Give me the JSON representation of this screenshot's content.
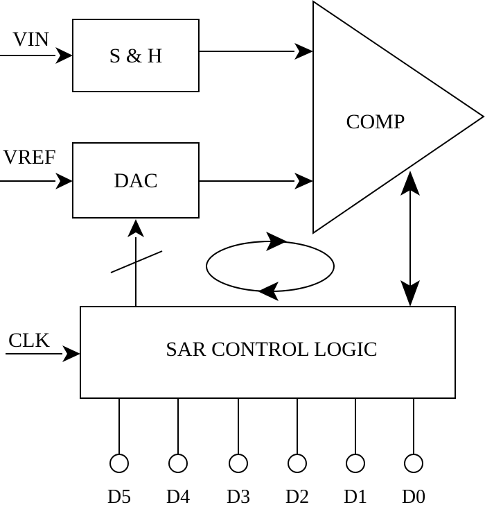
{
  "inputs": {
    "vin": "VIN",
    "vref": "VREF",
    "clk": "CLK"
  },
  "blocks": {
    "sample_hold": "S & H",
    "dac": "DAC",
    "comparator": "COMP",
    "sar_logic": "SAR CONTROL LOGIC"
  },
  "outputs": [
    "D5",
    "D4",
    "D3",
    "D2",
    "D1",
    "D0"
  ],
  "colors": {
    "line": "#000000",
    "background": "#ffffff"
  }
}
